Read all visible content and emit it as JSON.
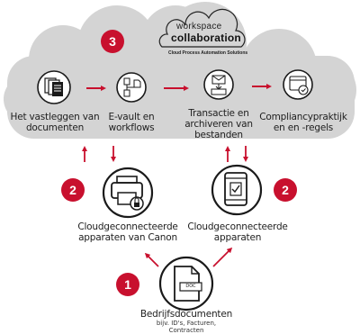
{
  "logo": {
    "line1": "workspace",
    "line2": "collaboration",
    "tagline": "Cloud Process Automation Solutions"
  },
  "badges": {
    "cloud": "3",
    "left_device": "2",
    "right_device": "2",
    "bottom": "1"
  },
  "cloud_steps": [
    {
      "label_lines": [
        "Het vastleggen van",
        "documenten"
      ],
      "icon": "document-stack-icon"
    },
    {
      "label_lines": [
        "E-vault en",
        "workflows"
      ],
      "icon": "workflow-icon"
    },
    {
      "label_lines": [
        "Transactie en",
        "archiveren van",
        "bestanden"
      ],
      "icon": "inbox-archive-icon"
    },
    {
      "label_lines": [
        "Compliancypraktijk",
        "en en -regels"
      ],
      "icon": "compliance-browser-icon"
    }
  ],
  "devices": {
    "left": {
      "label_lines": [
        "Cloudgeconnecteerde",
        "apparaten van Canon"
      ],
      "icon": "secure-printer-icon"
    },
    "right": {
      "label_lines": [
        "Cloudgeconnecteerde",
        "apparaten"
      ],
      "icon": "mobile-check-icon"
    }
  },
  "source": {
    "title": "Bedrijfsdocumenten",
    "sub_lines": [
      "bijv. ID's, Facturen,",
      "Contracten"
    ],
    "icon": "doc-file-icon",
    "doc_tag": "DOC"
  },
  "colors": {
    "cloud": "#d4d4d4",
    "accent_red": "#c8102e",
    "icon_dark": "#1a1a1a"
  }
}
